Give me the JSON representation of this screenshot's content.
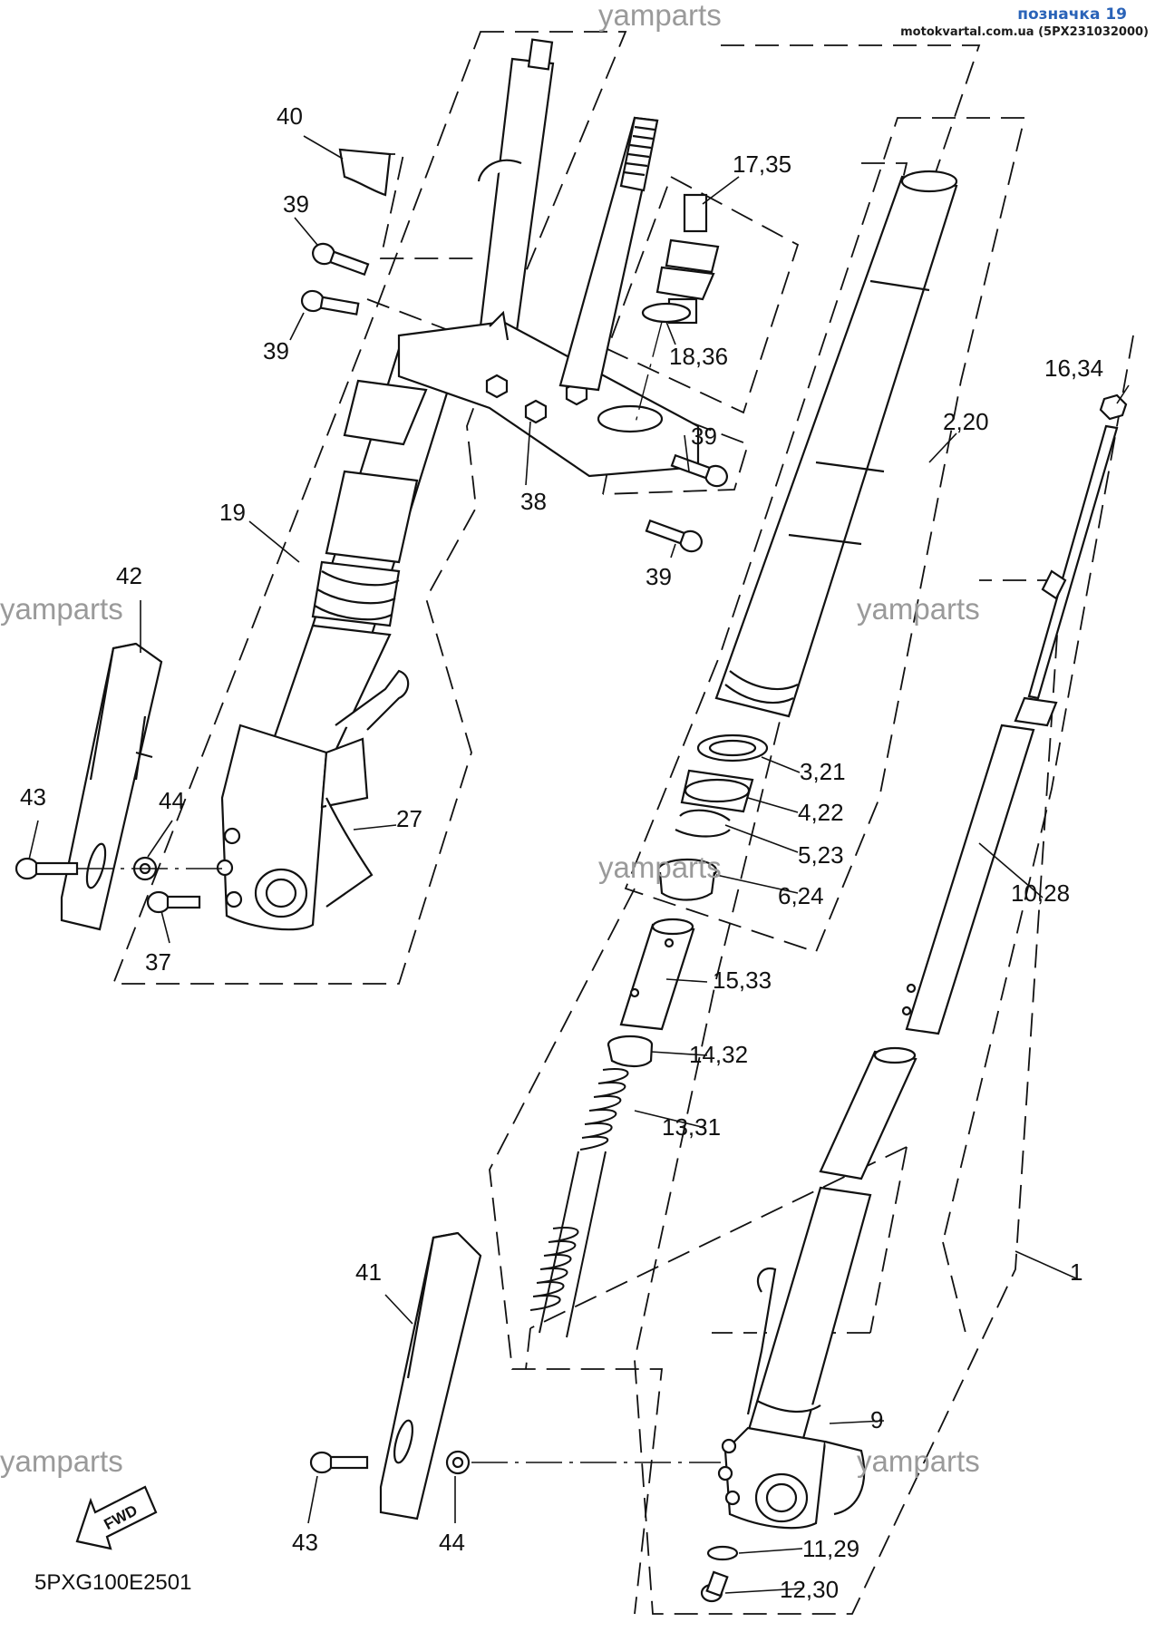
{
  "header": {
    "title": "позначка 19",
    "source": "motokvartal.com.ua (5PX231032000)"
  },
  "diagram_code": "5PXG100E2501",
  "fwd_label": "FWD",
  "watermark": "yamparts",
  "callouts": {
    "c40": "40",
    "c39a": "39",
    "c39b": "39",
    "c39c": "39",
    "c39d": "39",
    "c17_35": "17,35",
    "c18_36": "18,36",
    "c38": "38",
    "c19": "19",
    "c16_34": "16,34",
    "c2_20": "2,20",
    "c42": "42",
    "c43a": "43",
    "c44a": "44",
    "c27": "27",
    "c37": "37",
    "c3_21": "3,21",
    "c4_22": "4,22",
    "c5_23": "5,23",
    "c6_24": "6,24",
    "c10_28": "10,28",
    "c15_33": "15,33",
    "c14_32": "14,32",
    "c13_31": "13,31",
    "c1": "1",
    "c41": "41",
    "c9": "9",
    "c43b": "43",
    "c44b": "44",
    "c11_29": "11,29",
    "c12_30": "12,30"
  }
}
